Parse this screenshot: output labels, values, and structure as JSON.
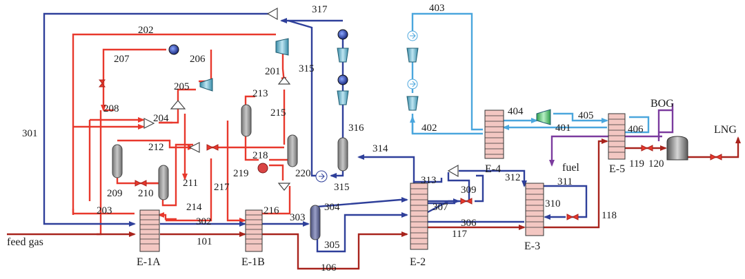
{
  "colors": {
    "mixed_refrigerant": "#e8382c",
    "nitrogen_loop": "#2e3f9a",
    "nitrogen_precool": "#4aa6dd",
    "feed_stream": "#a8231c",
    "bog_line": "#7b3b9e",
    "exchanger_fill": "#f3c7c2",
    "separator_fill": "#a3a3a3"
  },
  "equipment": {
    "e1a": "E-1A",
    "e1b": "E-1B",
    "e2": "E-2",
    "e3": "E-3",
    "e4": "E-4",
    "e5": "E-5"
  },
  "terminals": {
    "feed": "feed gas",
    "lng": "LNG",
    "bog": "BOG",
    "fuel": "fuel"
  },
  "streams": {
    "s101": "101",
    "s106": "106",
    "s117": "117",
    "s118": "118",
    "s119": "119",
    "s120": "120",
    "s201": "201",
    "s202": "202",
    "s203": "203",
    "s204": "204",
    "s205": "205",
    "s206": "206",
    "s207": "207",
    "s208": "208",
    "s209": "209",
    "s210": "210",
    "s211": "211",
    "s212": "212",
    "s213": "213",
    "s214": "214",
    "s215": "215",
    "s216": "216",
    "s217": "217",
    "s218": "218",
    "s219": "219",
    "s220": "220",
    "s301": "301",
    "s302": "302",
    "s303": "303",
    "s304": "304",
    "s305": "305",
    "s306": "306",
    "s307": "307",
    "s309": "309",
    "s310": "310",
    "s311": "311",
    "s312": "312",
    "s313": "313",
    "s314": "314",
    "s315a": "315",
    "s315b": "315",
    "s316": "316",
    "s317": "317",
    "s401": "401",
    "s402": "402",
    "s403": "403",
    "s404": "404",
    "s405": "405",
    "s406": "406"
  }
}
